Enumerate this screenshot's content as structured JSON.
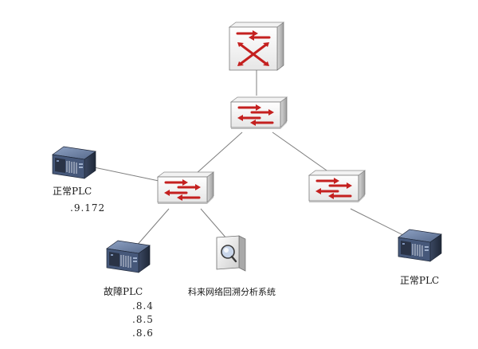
{
  "labels": {
    "plc_left": "正常PLC",
    "plc_left_ip": ".9.172",
    "plc_fault": "故障PLC",
    "plc_fault_ips": [
      ".8.4",
      ".8.5",
      ".8.6"
    ],
    "analyzer": "科来网络回溯分析系统",
    "plc_right": "正常PLC"
  },
  "icons": {
    "router": "router-icon",
    "switch": "switch-icon",
    "server": "server-icon",
    "analyzer": "network-analyzer-icon"
  },
  "colors": {
    "device_face": "#ffffff",
    "device_shadow": "#9a9a9a",
    "arrow": "#c4201f",
    "link": "#7f7f7f",
    "server_body": "#3d4b63"
  }
}
